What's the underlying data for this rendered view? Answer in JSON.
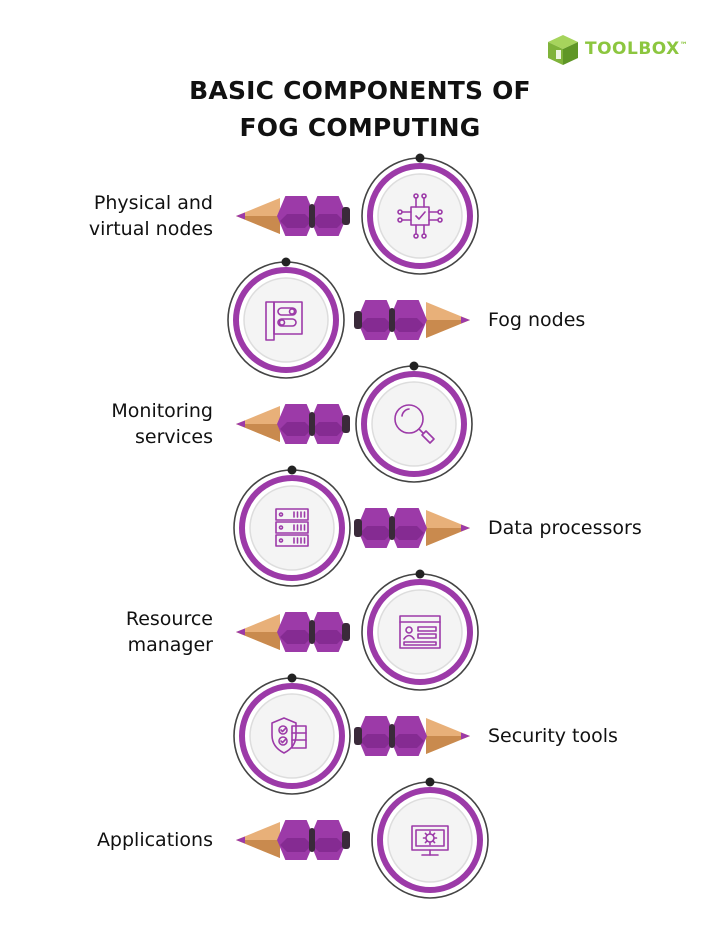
{
  "brand": {
    "name": "TOOLBOX",
    "tm": "™",
    "color": "#8cc63f"
  },
  "title": {
    "line1": "BASIC COMPONENTS OF",
    "line2": "FOG COMPUTING"
  },
  "colors": {
    "purple": "#9c3aa8",
    "purple_dark": "#6a1b78",
    "wood": "#e8b079",
    "wood_dark": "#c98a4e",
    "ring": "#444444"
  },
  "components": [
    {
      "label_line1": "Physical and",
      "label_line2": "virtual nodes",
      "icon": "network-chip-icon",
      "side": "left"
    },
    {
      "label_line1": "Fog nodes",
      "label_line2": "",
      "icon": "server-panel-icon",
      "side": "right"
    },
    {
      "label_line1": "Monitoring",
      "label_line2": "services",
      "icon": "magnifier-icon",
      "side": "left"
    },
    {
      "label_line1": "Data processors",
      "label_line2": "",
      "icon": "server-rack-icon",
      "side": "right"
    },
    {
      "label_line1": "Resource",
      "label_line2": "manager",
      "icon": "profile-window-icon",
      "side": "left"
    },
    {
      "label_line1": "Security tools",
      "label_line2": "",
      "icon": "shield-checklist-icon",
      "side": "right"
    },
    {
      "label_line1": "Applications",
      "label_line2": "",
      "icon": "monitor-gear-icon",
      "side": "left"
    }
  ]
}
